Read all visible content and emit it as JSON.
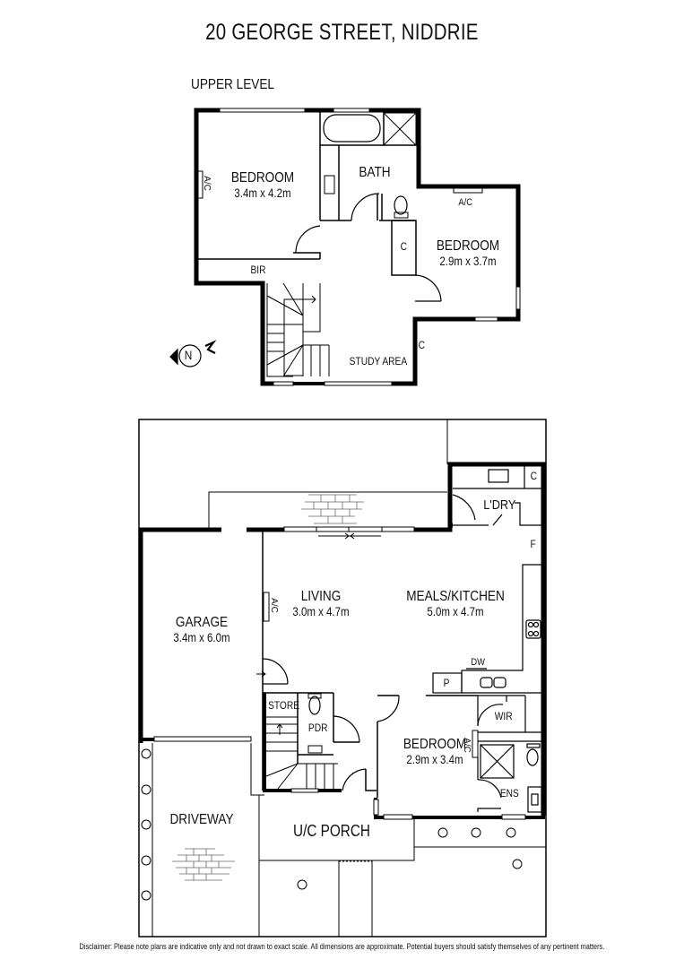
{
  "title": "20 GEORGE STREET, NIDDRIE",
  "upper_level": {
    "heading": "UPPER LEVEL",
    "rooms": [
      {
        "name": "BEDROOM",
        "dims": "3.4m x 4.2m"
      },
      {
        "name": "BATH",
        "dims": ""
      },
      {
        "name": "BEDROOM",
        "dims": "2.9m x 3.7m"
      },
      {
        "name": "BIR",
        "dims": ""
      },
      {
        "name": "STUDY AREA",
        "dims": ""
      }
    ],
    "annotations": {
      "ac_1": "A/C",
      "ac_2": "A/C",
      "cupboard_1": "C",
      "cupboard_2": "C"
    },
    "compass": "N"
  },
  "ground_level": {
    "rooms": [
      {
        "name": "GARAGE",
        "dims": "3.4m x 6.0m"
      },
      {
        "name": "LIVING",
        "dims": "3.0m x 4.7m"
      },
      {
        "name": "MEALS/KITCHEN",
        "dims": "5.0m x 4.7m"
      },
      {
        "name": "L'DRY",
        "dims": ""
      },
      {
        "name": "STORE",
        "dims": ""
      },
      {
        "name": "PDR",
        "dims": ""
      },
      {
        "name": "BEDROOM",
        "dims": "2.9m x 3.4m"
      },
      {
        "name": "WIR",
        "dims": ""
      },
      {
        "name": "ENS",
        "dims": ""
      },
      {
        "name": "DRIVEWAY",
        "dims": ""
      },
      {
        "name": "U/C PORCH",
        "dims": ""
      }
    ],
    "annotations": {
      "ac_living": "A/C",
      "ac_bedroom": "A/C",
      "fridge": "F",
      "dishwasher": "DW",
      "pantry": "P",
      "laundry_cupboard": "C"
    }
  },
  "disclaimer": "Disclaimer: Please note plans are indicative only and not drawn to exact scale. All dimensions are approximate. Potential buyers should satisfy themselves of any pertinent matters."
}
